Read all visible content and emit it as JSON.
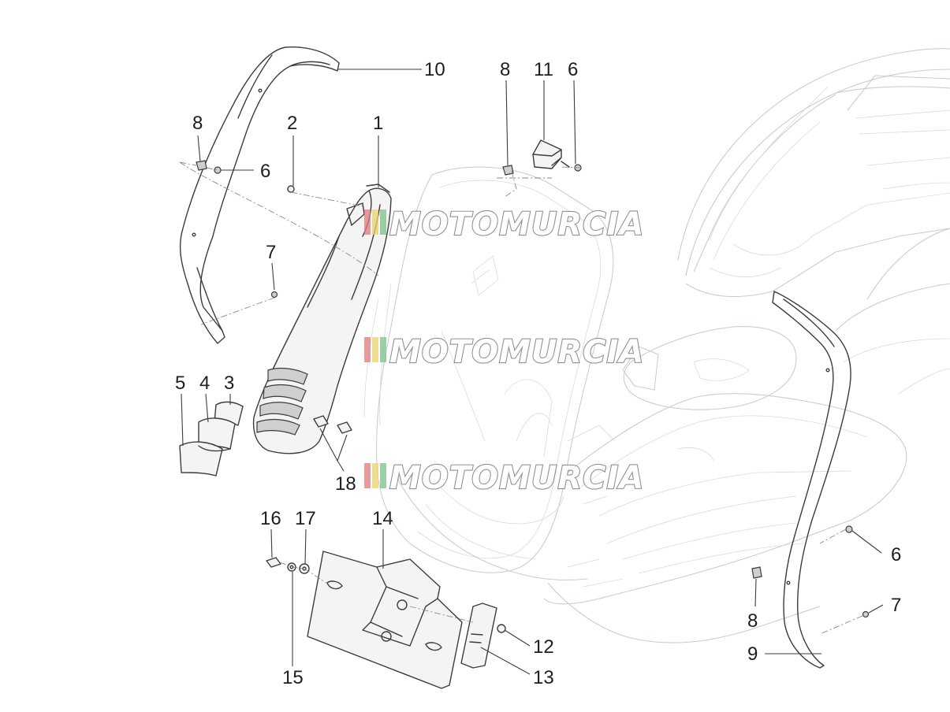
{
  "watermark": {
    "text": "MOTOMURCIA"
  },
  "callouts": [
    {
      "id": "c1",
      "label": "1"
    },
    {
      "id": "c2",
      "label": "2"
    },
    {
      "id": "c3",
      "label": "3"
    },
    {
      "id": "c4",
      "label": "4"
    },
    {
      "id": "c5",
      "label": "5"
    },
    {
      "id": "c6a",
      "label": "6"
    },
    {
      "id": "c6b",
      "label": "6"
    },
    {
      "id": "c6c",
      "label": "6"
    },
    {
      "id": "c7a",
      "label": "7"
    },
    {
      "id": "c7b",
      "label": "7"
    },
    {
      "id": "c8a",
      "label": "8"
    },
    {
      "id": "c8b",
      "label": "8"
    },
    {
      "id": "c8c",
      "label": "8"
    },
    {
      "id": "c9",
      "label": "9"
    },
    {
      "id": "c10",
      "label": "10"
    },
    {
      "id": "c11",
      "label": "11"
    },
    {
      "id": "c12",
      "label": "12"
    },
    {
      "id": "c13",
      "label": "13"
    },
    {
      "id": "c14",
      "label": "14"
    },
    {
      "id": "c15",
      "label": "15"
    },
    {
      "id": "c16",
      "label": "16"
    },
    {
      "id": "c17",
      "label": "17"
    },
    {
      "id": "c18",
      "label": "18"
    }
  ]
}
